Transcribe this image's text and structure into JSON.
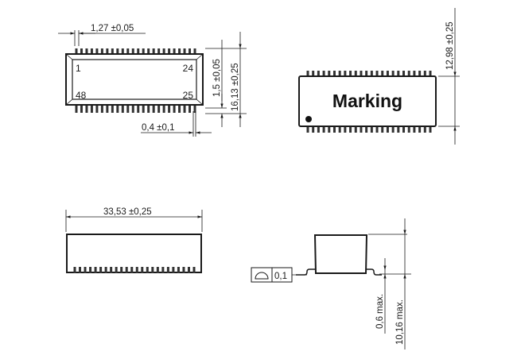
{
  "drawing": {
    "top_view": {
      "pin_labels": {
        "top_left": "1",
        "top_right": "24",
        "bottom_left": "48",
        "bottom_right": "25"
      },
      "dimensions": {
        "pitch": "1,27 ±0,05",
        "pin_width": "0,4 ±0,1",
        "pin_length": "1,5 ±0,05",
        "overall_width": "16,13 ±0,25"
      },
      "pins_per_side": 24
    },
    "marking_view": {
      "label": "Marking",
      "dimensions": {
        "body_width": "12,98 ±0,25"
      },
      "pins_per_side": 24
    },
    "side_view": {
      "dimensions": {
        "length": "33,53 ±0,25"
      },
      "pins_visible": 24
    },
    "end_view": {
      "tolerance_frame": {
        "symbol": "profile-of-surface",
        "value": "0,1"
      },
      "dimensions": {
        "standoff": "0,6 max.",
        "height": "10,16 max."
      }
    }
  }
}
